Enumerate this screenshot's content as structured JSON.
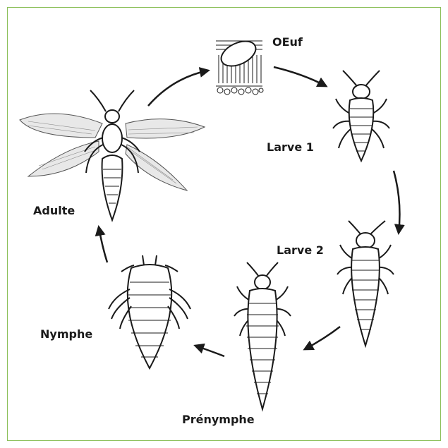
{
  "stages": {
    "egg": "OEuf",
    "larva1": "Larve 1",
    "larva2": "Larve 2",
    "prenymph": "Prénymphe",
    "nymph": "Nymphe",
    "adult": "Adulte"
  },
  "colors": {
    "frame": "#8bbf5a",
    "ink": "#1a1a1a",
    "fill": "#f4f4f4"
  }
}
